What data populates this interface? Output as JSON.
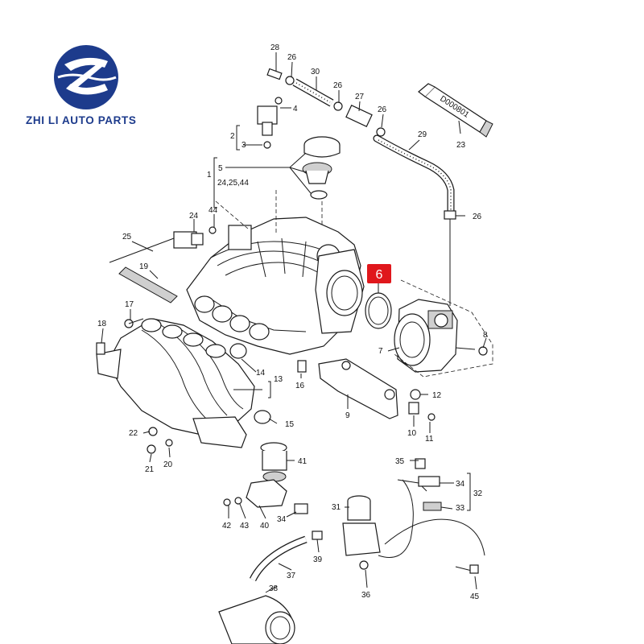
{
  "brand": {
    "name": "ZHI LI AUTO PARTS",
    "logo_color": "#1d3b8c"
  },
  "highlight": {
    "label": "6",
    "color": "#e0171c"
  },
  "tube": {
    "label": "D000801"
  },
  "callouts": {
    "c28": "28",
    "c26a": "26",
    "c30": "30",
    "c26b": "26",
    "c27": "27",
    "c26c": "26",
    "c4": "4",
    "c2": "2",
    "c3": "3",
    "c5": "5",
    "c1": "1",
    "c24_25_44": "24,25,44",
    "c29": "29",
    "c23": "23",
    "c26d": "26",
    "c24": "24",
    "c44": "44",
    "c25": "25",
    "c19": "19",
    "c17": "17",
    "c18": "18",
    "c7": "7",
    "c8": "8",
    "c14": "14",
    "c16": "16",
    "c13": "13",
    "c12": "12",
    "c9": "9",
    "c10": "10",
    "c11": "11",
    "c15": "15",
    "c22": "22",
    "c21": "21",
    "c20": "20",
    "c41": "41",
    "c35": "35",
    "c34a": "34",
    "c32": "32",
    "c33": "33",
    "c31": "31",
    "c34b": "34",
    "c42": "42",
    "c43": "43",
    "c40": "40",
    "c39": "39",
    "c37": "37",
    "c38": "38",
    "c36": "36",
    "c45": "45"
  }
}
